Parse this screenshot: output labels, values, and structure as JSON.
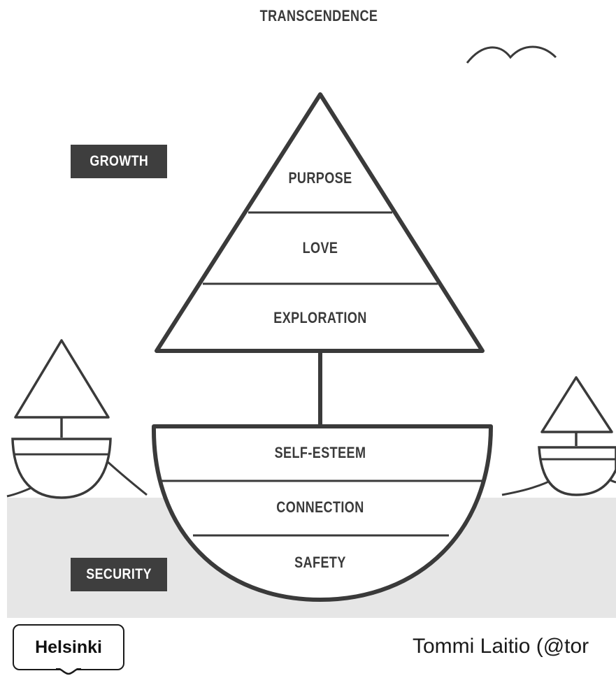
{
  "diagram": {
    "top_label": "TRANSCENDENCE",
    "growth_tag": "GROWTH",
    "security_tag": "SECURITY",
    "sail_levels": [
      "PURPOSE",
      "LOVE",
      "EXPLORATION"
    ],
    "hull_levels": [
      "SELF-ESTEEM",
      "CONNECTION",
      "SAFETY"
    ],
    "icons": [
      "bird-icon",
      "sailboat-left-icon",
      "sailboat-right-icon"
    ]
  },
  "footer": {
    "logo_text": "Helsinki",
    "credit": "Tommi Laitio (@tor"
  },
  "colors": {
    "sea": "#e6e6e6",
    "line": "#3a3a3a",
    "tag_bg": "#3e3e3e"
  }
}
